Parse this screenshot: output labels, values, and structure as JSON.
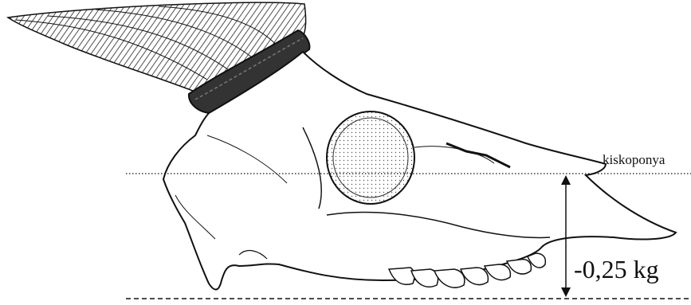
{
  "labels": {
    "line_label": "kiskoponya",
    "measurement": "-0,25 kg"
  },
  "illustration": {
    "subject": "goat-skull-with-horn",
    "line_color": "#111111",
    "horn_color": "#2a2a2a"
  }
}
